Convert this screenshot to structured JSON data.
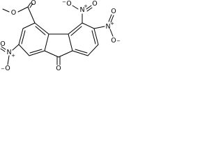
{
  "molecule": {
    "ester": {
      "methyl_o": "O",
      "carbonyl_o": "O"
    },
    "ketone": {
      "o": "O"
    },
    "nitro_top": {
      "n": "N",
      "n_charge": "+",
      "o_single": "O",
      "o_single_charge": "−",
      "o_double": "O"
    },
    "nitro_right": {
      "n": "N",
      "n_charge": "+",
      "o_single": "O",
      "o_single_charge": "−",
      "o_double": "O"
    },
    "nitro_left": {
      "n": "N",
      "n_charge": "+",
      "o_single": "O",
      "o_single_charge": "−",
      "o_double": "O"
    }
  }
}
